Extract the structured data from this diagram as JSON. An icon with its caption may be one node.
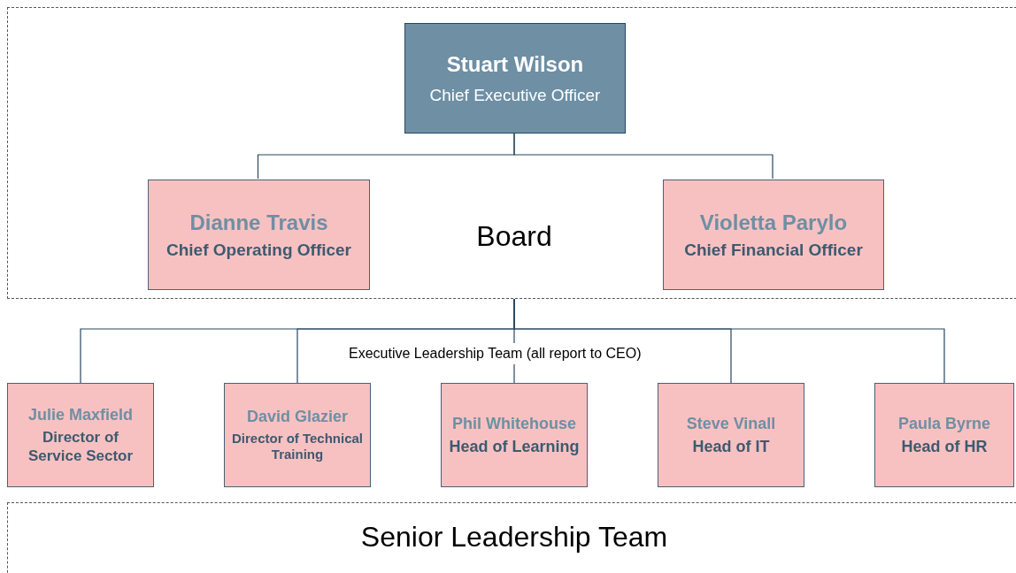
{
  "diagram": {
    "nodes": [
      {
        "text": [
          "Board"
        ]
      },
      {
        "text": [
          "Stuart Wilson",
          "Chief Executive Officer"
        ],
        "in": 0
      },
      {
        "text": [
          "Dianne Travis",
          "Chief Operating Officer"
        ],
        "in": 0
      },
      {
        "text": [
          "Violetta Parylo",
          "Chief Financial Officer"
        ],
        "in": 0
      },
      {
        "text": [
          "Julie Maxfield",
          "Director of Service Sector"
        ]
      },
      {
        "text": [
          "David Glazier",
          "Director of Technical Training"
        ]
      },
      {
        "text": [
          "Phil Whitehouse",
          "Head of Learning"
        ]
      },
      {
        "text": [
          "Steve Vinall",
          "Head of IT"
        ]
      },
      {
        "text": [
          "Paula Byrne",
          "Head of HR"
        ]
      },
      {
        "text": [
          "Senior Leadership Team"
        ]
      }
    ],
    "edges": [
      {
        "from": 1,
        "to": 2,
        "arrow": "none"
      },
      {
        "from": 1,
        "to": 3,
        "arrow": "none"
      },
      {
        "from": 0,
        "to": 4,
        "arrow": "none"
      },
      {
        "from": 0,
        "to": 5,
        "arrow": "none"
      },
      {
        "from": 0,
        "to": 6,
        "arrow": "none"
      },
      {
        "from": 0,
        "to": 7,
        "arrow": "none"
      },
      {
        "from": 0,
        "to": 8,
        "arrow": "none"
      }
    ],
    "labels": [
      "Executive Leadership Team (all report to CEO)"
    ]
  }
}
